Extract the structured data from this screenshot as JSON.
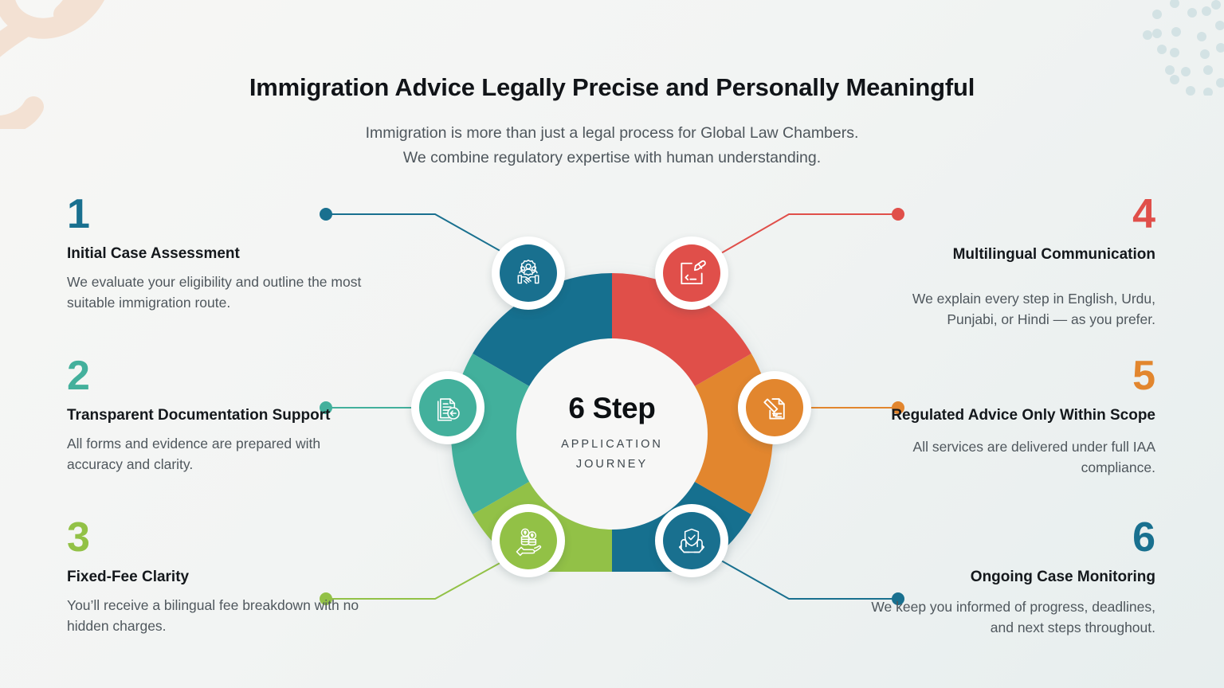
{
  "header": {
    "title": "Immigration Advice Legally Precise and Personally Meaningful",
    "subtitle_line1": "Immigration is more than just a legal process for Global Law Chambers.",
    "subtitle_line2": "We combine regulatory expertise with human understanding."
  },
  "wheel": {
    "center_main": "6 Step",
    "center_sub_line1": "APPLICATION",
    "center_sub_line2": "JOURNEY"
  },
  "palette": {
    "step1": "#19708f",
    "step2": "#43b09c",
    "step3": "#92c146",
    "step4": "#e04f4a",
    "step5": "#e2862e",
    "step6": "#19708f",
    "title": "#111418",
    "body": "#4f575d",
    "background": "#f2f4f3",
    "swirl": "#f4e2d4",
    "dots": "#d3e2e4"
  },
  "steps": [
    {
      "number": "1",
      "title": "Initial Case Assessment",
      "desc": "We evaluate your eligibility and outline the most suitable immigration route.",
      "color": "#19708f",
      "icon": "handshake-gear-icon"
    },
    {
      "number": "2",
      "title": "Transparent Documentation Support",
      "desc": "All forms and evidence are prepared with accuracy and clarity.",
      "color": "#43b09c",
      "icon": "documents-transfer-icon"
    },
    {
      "number": "3",
      "title": "Fixed-Fee Clarity",
      "desc": "You’ll receive a bilingual fee breakdown with no hidden charges.",
      "color": "#92c146",
      "icon": "hand-coins-icon"
    },
    {
      "number": "4",
      "title": "Multilingual Communication",
      "desc": "We explain every step in English, Urdu, Punjabi, or Hindi — as you prefer.",
      "color": "#e04f4a",
      "icon": "translate-pencil-icon"
    },
    {
      "number": "5",
      "title": "Regulated Advice Only Within Scope",
      "desc": "All services are delivered under full IAA compliance.",
      "color": "#e2862e",
      "icon": "signed-document-icon"
    },
    {
      "number": "6",
      "title": "Ongoing Case Monitoring",
      "desc": "We keep you informed of progress, deadlines, and next steps throughout.",
      "color": "#19708f",
      "icon": "hands-shield-check-icon"
    }
  ]
}
